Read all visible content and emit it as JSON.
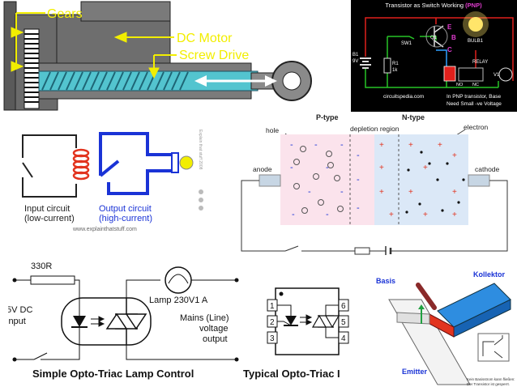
{
  "motor": {
    "gears_label": "Gears",
    "motor_label": "DC Motor",
    "screw_label": "Screw Drive"
  },
  "pnp": {
    "title": "Transistor as Switch Working ",
    "title_hl": "(PNP)",
    "battery_label": "B1",
    "battery_value": "9V",
    "switch_label": "SW1",
    "resistor_label": "R1",
    "resistor_value": "1k",
    "q_label": "Q1",
    "pin_b": "B",
    "pin_e": "E",
    "pin_c": "C",
    "bulb_label": "BULB1",
    "relay_label": "RELAY",
    "no_label": "NO",
    "nc_label": "NC",
    "v_label": "V1",
    "site": "circuitspedia.com",
    "note1": "In PNP transistor, Base",
    "note2": "Need Small -ve Voltage",
    "colors": {
      "bg": "#000000",
      "wire_red": "#e0201c",
      "wire_green": "#27c427",
      "hl": "#e23cd0",
      "bulb": "#ffe56a"
    }
  },
  "relay": {
    "input_label1": "Input circuit",
    "input_label2": "(low-current)",
    "output_label1": "Output circuit",
    "output_label2": "(high-current)",
    "site": "www.explainthatstuff.com",
    "side": "Explain that stuff 2008",
    "colors": {
      "coil": "#e2341f",
      "output": "#1a33d6"
    }
  },
  "pn": {
    "ptype": "P-type",
    "ntype": "N-type",
    "depletion": "depletion region",
    "hole": "hole",
    "electron": "electron",
    "anode": "anode",
    "cathode": "cathode",
    "colors": {
      "p": "#fbe3ec",
      "n": "#dbe8f7"
    }
  },
  "triac": {
    "resistor": "330R",
    "lamp": "Lamp 230V1 A",
    "supply1": "5V DC",
    "supply2": "input",
    "mains1": "Mains (Line)",
    "mains2": "voltage",
    "mains3": "output",
    "caption": "Simple Opto-Triac Lamp Control"
  },
  "ic": {
    "pins": [
      "1",
      "2",
      "3",
      "4",
      "5",
      "6"
    ],
    "caption": "Typical Opto-Triac I"
  },
  "bjt3d": {
    "basis": "Basis",
    "kollektor": "Kollektor",
    "emitter": "Emitter",
    "note1": "Kein Basisstrom kann fließen:",
    "note2": "Der Transistor ist gesperrt."
  }
}
